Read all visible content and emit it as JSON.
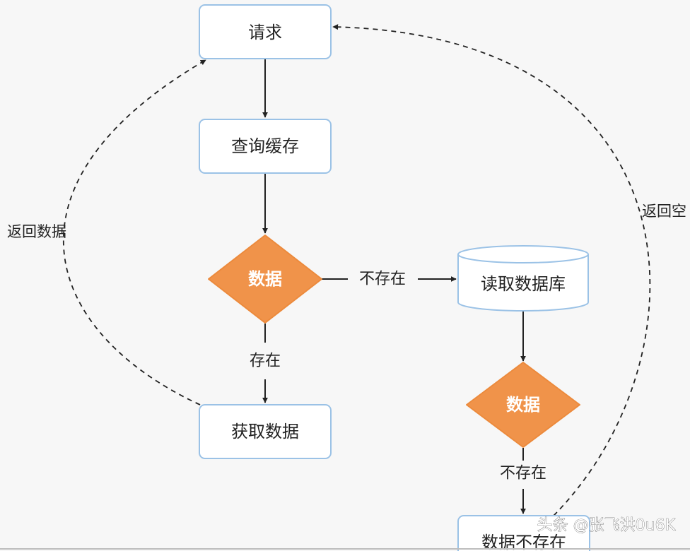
{
  "nodes": {
    "request": "请求",
    "query_cache": "查询缓存",
    "decision_cache": "数据",
    "get_data": "获取数据",
    "read_db": "读取数据库",
    "decision_db": "数据",
    "data_not_exist": "数据不存在"
  },
  "edges": {
    "cache_miss": "不存在",
    "cache_hit": "存在",
    "db_miss": "不存在",
    "return_data": "返回数据",
    "return_empty": "返回空"
  },
  "watermark": "头条 @张飞洪0u6K",
  "colors": {
    "box_border": "#9bc2e6",
    "box_fill": "#ffffff",
    "diamond_fill": "#f0934a",
    "line": "#222222"
  }
}
